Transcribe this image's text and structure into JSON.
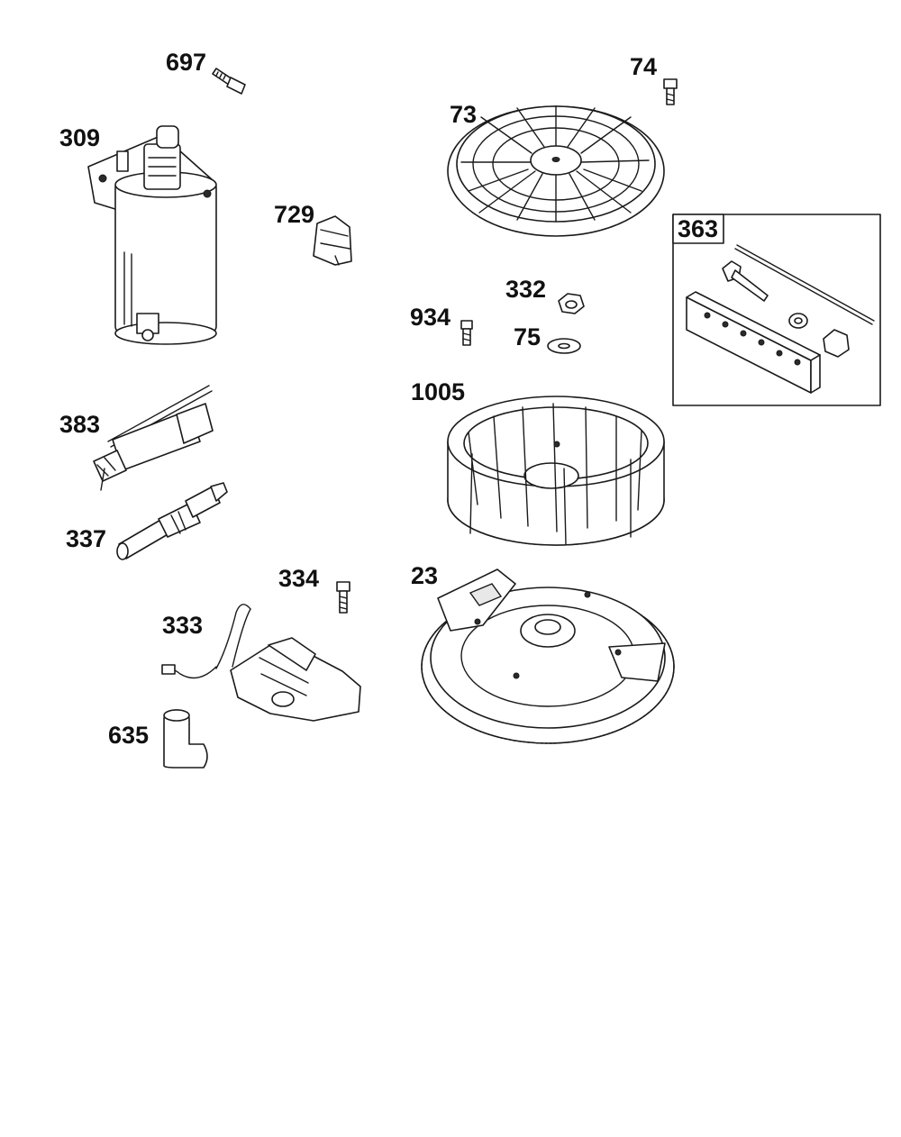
{
  "parts": [
    {
      "id": "697"
    },
    {
      "id": "309"
    },
    {
      "id": "729"
    },
    {
      "id": "383"
    },
    {
      "id": "337"
    },
    {
      "id": "334"
    },
    {
      "id": "333"
    },
    {
      "id": "635"
    },
    {
      "id": "74"
    },
    {
      "id": "73"
    },
    {
      "id": "332"
    },
    {
      "id": "934"
    },
    {
      "id": "75"
    },
    {
      "id": "1005"
    },
    {
      "id": "23"
    },
    {
      "id": "363"
    }
  ]
}
